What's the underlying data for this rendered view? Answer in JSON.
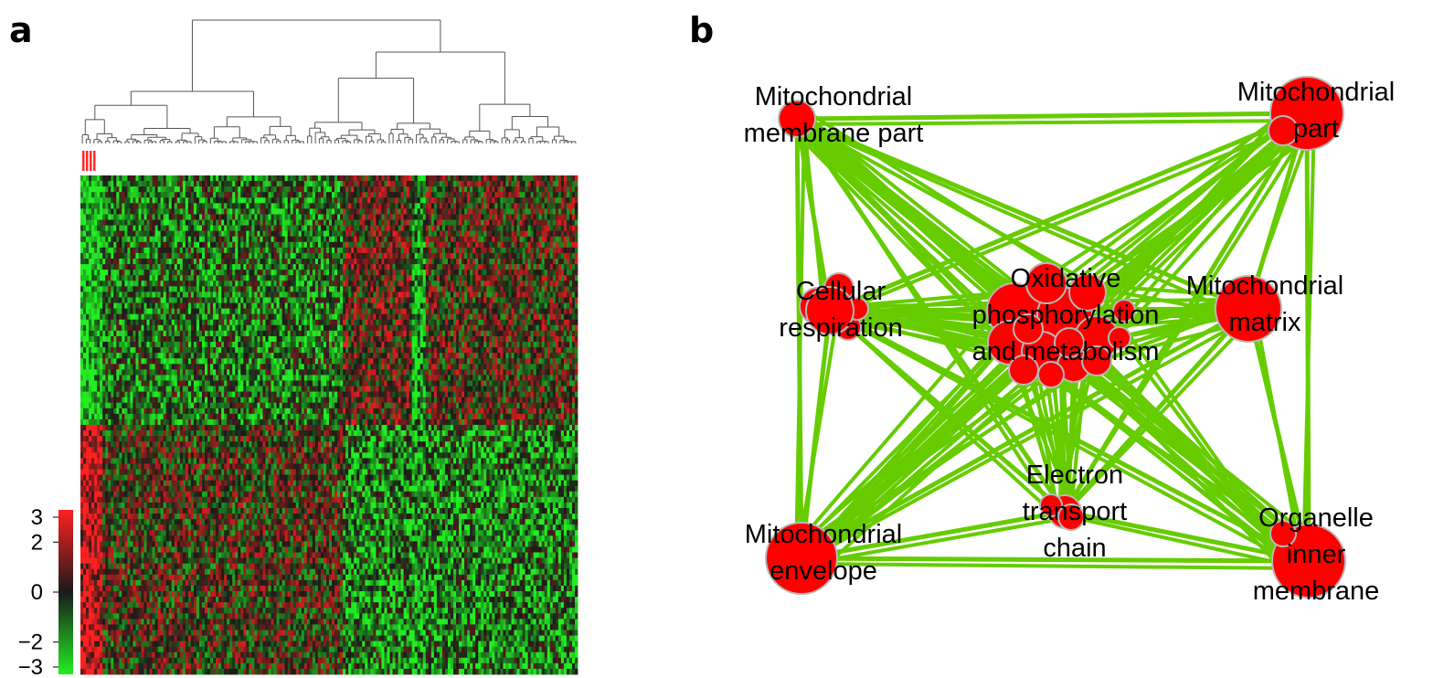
{
  "panels": {
    "a": "a",
    "b": "b"
  },
  "heatmap": {
    "rows": 90,
    "cols": 180,
    "color_low": "#22ee22",
    "color_mid": "#1a1a1a",
    "color_high": "#ff2020",
    "colorbar": {
      "ticks": [
        "3",
        "2",
        "0",
        "−2",
        "−3"
      ],
      "tick_values": [
        3,
        2,
        0,
        -2,
        -3
      ],
      "min": -3,
      "max": 3
    },
    "sample_bar_color": "#ff2a2a",
    "dendrogram_color": "#555555"
  },
  "network": {
    "edge_color": "#66cc00",
    "node_fill": "#ff0000",
    "node_stroke": "#b8b8b8",
    "nodes": [
      {
        "id": "mmp",
        "label_lines": [
          "Mitochondrial",
          "membrane part"
        ]
      },
      {
        "id": "mp",
        "label_lines": [
          "Mitochondrial",
          "part"
        ]
      },
      {
        "id": "cr",
        "label_lines": [
          "Cellular",
          "respiration"
        ]
      },
      {
        "id": "ox",
        "label_lines": [
          "Oxidative",
          "phosphorylation",
          "and metabolism"
        ]
      },
      {
        "id": "mm",
        "label_lines": [
          "Mitochondrial",
          "matrix"
        ]
      },
      {
        "id": "etc",
        "label_lines": [
          "Electron",
          "transport",
          "chain"
        ]
      },
      {
        "id": "me",
        "label_lines": [
          "Mitochondrial",
          "envelope"
        ]
      },
      {
        "id": "oim",
        "label_lines": [
          "Organelle",
          "inner",
          "membrane"
        ]
      }
    ]
  }
}
